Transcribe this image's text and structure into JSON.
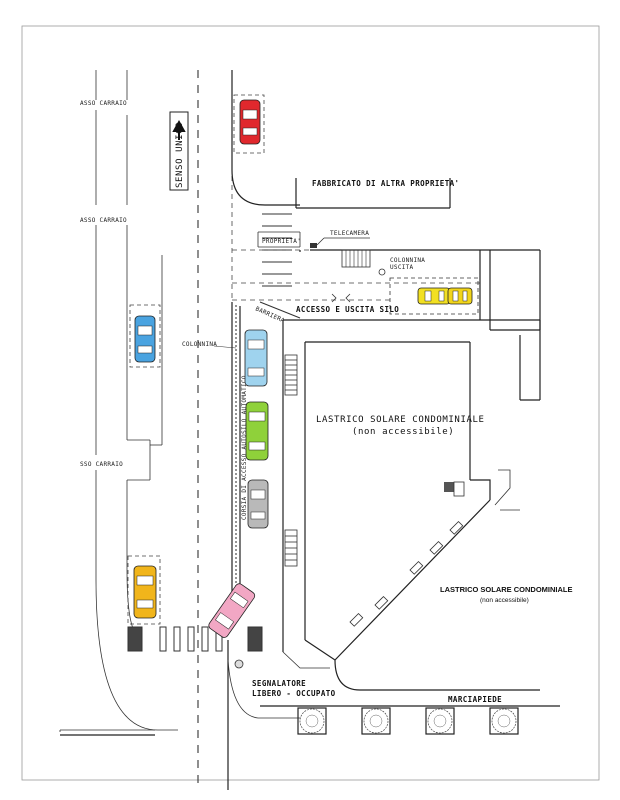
{
  "labels": {
    "passo_carraio_1": "ASSO CARRAIO",
    "passo_carraio_2": "ASSO CARRAIO",
    "passo_carraio_3": "SSO CARRAIO",
    "senso_unico": "SENSO UNICO",
    "fabbricato": "FABBRICATO DI ALTRA PROPRIETA'",
    "telecamera": "TELECAMERA",
    "proprieta": "PROPRIETA'",
    "colonnina_uscita_1": "COLONNINA",
    "colonnina_uscita_2": "USCITA",
    "accesso_uscita": "ACCESSO E USCITA SILO",
    "barriera": "BARRIERA",
    "colonnina": "COLONNINA",
    "corsia": "CORSIA DI ACCESSO AUTOSILO AUTOMATICO",
    "lastrico_1_line1": "LASTRICO SOLARE CONDOMINIALE",
    "lastrico_1_line2": "(non accessibile)",
    "lastrico_2_line1": "LASTRICO SOLARE CONDOMINIALE",
    "lastrico_2_line2": "(non accessibile)",
    "segnalatore_1": "SEGNALATORE",
    "segnalatore_2": "LIBERO - OCCUPATO",
    "marciapiede": "MARCIAPIEDE"
  },
  "cars": [
    {
      "name": "red-car",
      "color": "#e0282d"
    },
    {
      "name": "blue-car",
      "color": "#4aa3e0"
    },
    {
      "name": "lightblue-car",
      "color": "#9fd3ee"
    },
    {
      "name": "green-car",
      "color": "#8fd13a"
    },
    {
      "name": "gray-car",
      "color": "#b9b9b9"
    },
    {
      "name": "pink-car",
      "color": "#f2a7c4"
    },
    {
      "name": "orange-car",
      "color": "#f1b51b"
    },
    {
      "name": "yellow-car-1",
      "color": "#f2e022"
    },
    {
      "name": "yellow-car-2",
      "color": "#f2d51a"
    }
  ]
}
